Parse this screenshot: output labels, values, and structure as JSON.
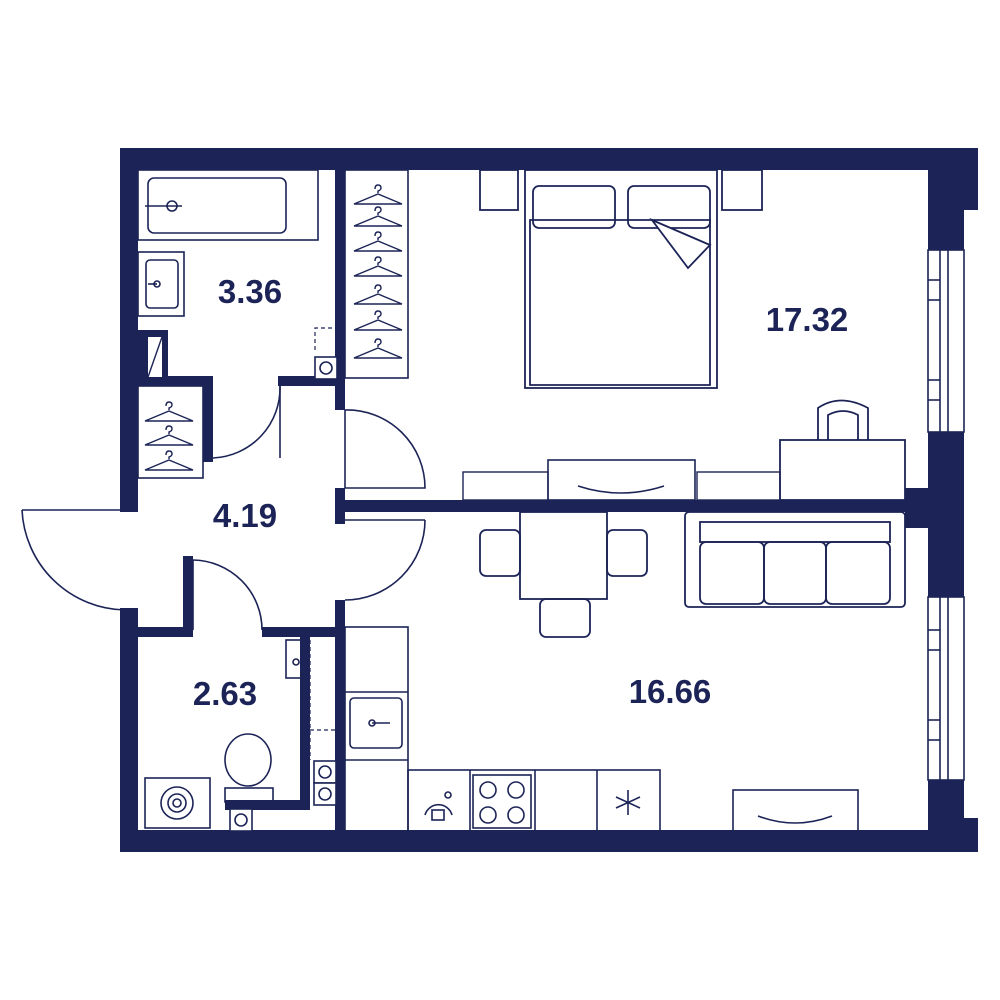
{
  "colors": {
    "wall": "#1c2457",
    "line": "#1c2457",
    "background": "#ffffff"
  },
  "rooms": {
    "bathroom": {
      "area": "3.36"
    },
    "bedroom": {
      "area": "17.32"
    },
    "hallway": {
      "area": "4.19"
    },
    "toilet": {
      "area": "2.63"
    },
    "kitchen_living": {
      "area": "16.66"
    }
  },
  "icons": [
    "bathtub-icon",
    "sink-icon",
    "bed-icon",
    "hanger-icon",
    "chair-icon",
    "dining-table-icon",
    "sofa-icon",
    "toilet-icon",
    "washing-machine-icon",
    "stove-icon",
    "dishwasher-icon",
    "fridge-icon",
    "desk-icon",
    "tv-stand-icon",
    "shelf-icon",
    "vent-icon"
  ]
}
